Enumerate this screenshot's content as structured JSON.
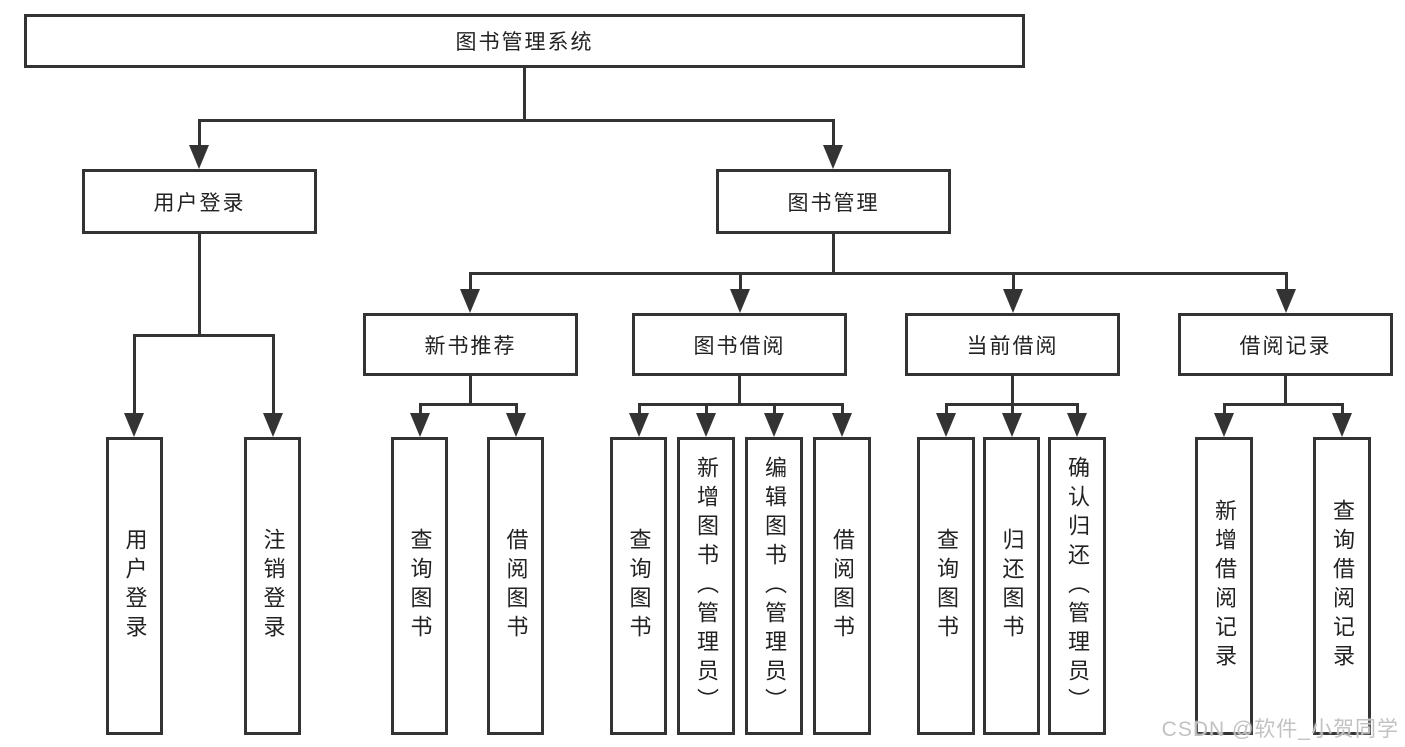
{
  "nodes": {
    "root": "图书管理系统",
    "user_login": "用户登录",
    "book_management": "图书管理",
    "new_book_recommend": "新书推荐",
    "book_borrow": "图书借阅",
    "current_borrow": "当前借阅",
    "borrow_record": "借阅记录",
    "leaf_user_login": "用户登录",
    "leaf_logout": "注销登录",
    "leaf_nb_query_book": "查询图书",
    "leaf_nb_borrow_book": "借阅图书",
    "leaf_bb_query_book": "查询图书",
    "leaf_bb_add_book": "新增图书（管理员）",
    "leaf_bb_edit_book": "编辑图书（管理员）",
    "leaf_bb_borrow_book": "借阅图书",
    "leaf_cb_query_book": "查询图书",
    "leaf_cb_return_book": "归还图书",
    "leaf_cb_confirm_return": "确认归还（管理员）",
    "leaf_br_add_record": "新增借阅记录",
    "leaf_br_query_record": "查询借阅记录"
  },
  "watermark": "CSDN @软件_小贺同学",
  "colors": {
    "line": "#333333",
    "text": "#222222",
    "background": "#ffffff",
    "watermark": "#c2c2c2"
  }
}
